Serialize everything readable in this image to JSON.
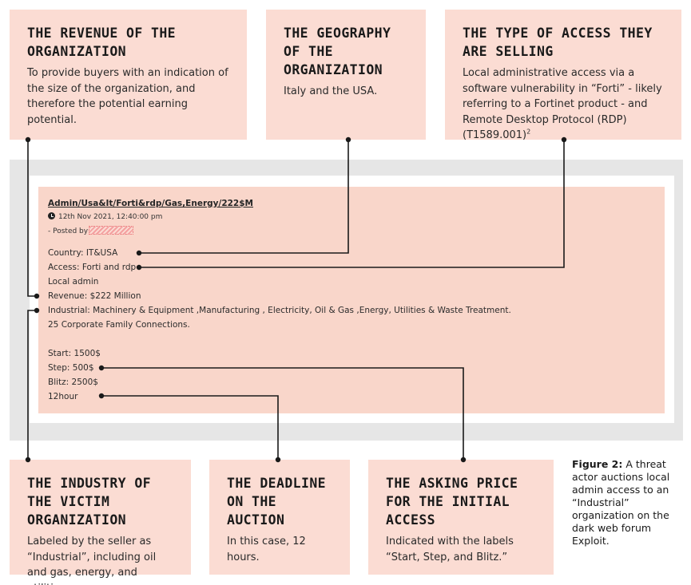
{
  "top_cards": {
    "revenue": {
      "title": "THE REVENUE OF THE ORGANIZATION",
      "body": "To provide buyers with an indication of the size of the organization, and therefore the potential earning potential."
    },
    "geography": {
      "title": "THE GEOGRAPHY OF THE ORGANIZATION",
      "body": "Italy and the USA."
    },
    "access": {
      "title": "THE TYPE OF ACCESS THEY ARE SELLING",
      "body": "Local administrative access via a software vulnerability in “Forti” - likely referring to a Fortinet product - and Remote Desktop Protocol (RDP) (T1589.001)",
      "footnote": "2"
    }
  },
  "post": {
    "title": "Admin/Usa&It/Forti&rdp/Gas,Energy/222$M",
    "timestamp": "12th Nov 2021, 12:40:00 pm",
    "posted_by": "- Posted by",
    "lines": [
      "Country: IT&USA",
      "Access: Forti and rdp",
      "Local admin",
      "Revenue: $222 Million",
      "Industrial: Machinery & Equipment ,Manufacturing , Electricity, Oil & Gas ,Energy, Utilities & Waste Treatment.",
      "25 Corporate Family Connections.",
      "Start: 1500$",
      "Step: 500$",
      "Blitz: 2500$",
      "12hour"
    ]
  },
  "bottom_cards": {
    "industry": {
      "title": "THE INDUSTRY OF THE VICTIM ORGANIZATION",
      "body": "Labeled by the seller as “Industrial”, including oil and gas, energy, and utilities."
    },
    "deadline": {
      "title": "THE DEADLINE ON THE AUCTION",
      "body": "In this case, 12 hours."
    },
    "price": {
      "title": "THE ASKING PRICE FOR THE INITIAL ACCESS",
      "body": "Indicated with the labels “Start, Step, and Blitz.”"
    }
  },
  "caption": {
    "label": "Figure 2:",
    "text": "A threat actor auctions local admin access to an “Industrial” organization on the dark web forum Exploit."
  },
  "colors": {
    "card_bg": "#fbdcd3",
    "post_bg": "#f9d6ca",
    "band_bg": "#e6e6e6",
    "connector": "#1a1a1a"
  }
}
